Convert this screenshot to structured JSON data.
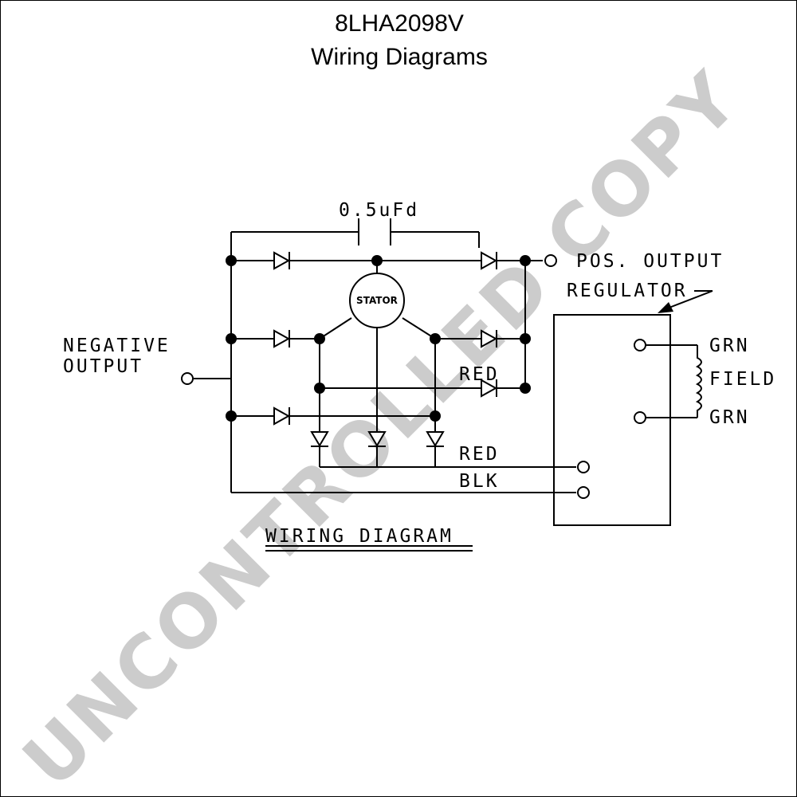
{
  "title": {
    "model": "8LHA2098V",
    "subtitle": "Wiring Diagrams"
  },
  "diagram": {
    "capacitor_label": "0.5uFd",
    "stator_label": "STATOR",
    "pos_output_label": "POS. OUTPUT",
    "regulator_label": "REGULATOR",
    "negative_label_line1": "NEGATIVE",
    "negative_label_line2": "OUTPUT",
    "red_label_inner": "RED",
    "red_label_lower": "RED",
    "blk_label": "BLK",
    "grn_label_top": "GRN",
    "field_label": "FIELD",
    "grn_label_bottom": "GRN",
    "caption": "WIRING DIAGRAM"
  },
  "watermark": "UNCONTROLLED COPY"
}
